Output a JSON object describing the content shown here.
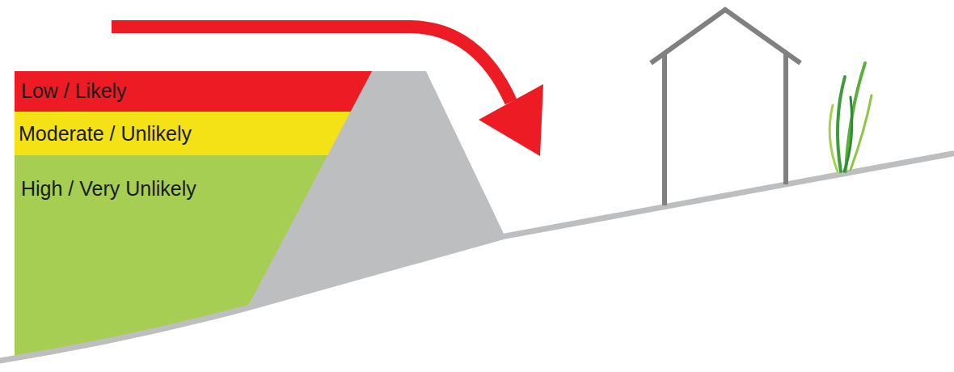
{
  "diagram": {
    "nodes": [
      {
        "text": [
          "Low / Likely"
        ]
      },
      {
        "text": [
          "Moderate / Unlikely"
        ]
      },
      {
        "text": [
          "High / Very Unlikely"
        ]
      }
    ]
  }
}
